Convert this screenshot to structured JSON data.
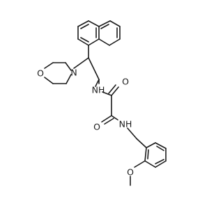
{
  "molecule": {
    "atom_labels": {
      "morpholine_o": "O",
      "morpholine_n": "N",
      "amide_nh_1": "NH",
      "carbonyl_o_1": "O",
      "carbonyl_o_2": "O",
      "amide_nh_2": "NH",
      "methoxy_o": "O"
    }
  }
}
